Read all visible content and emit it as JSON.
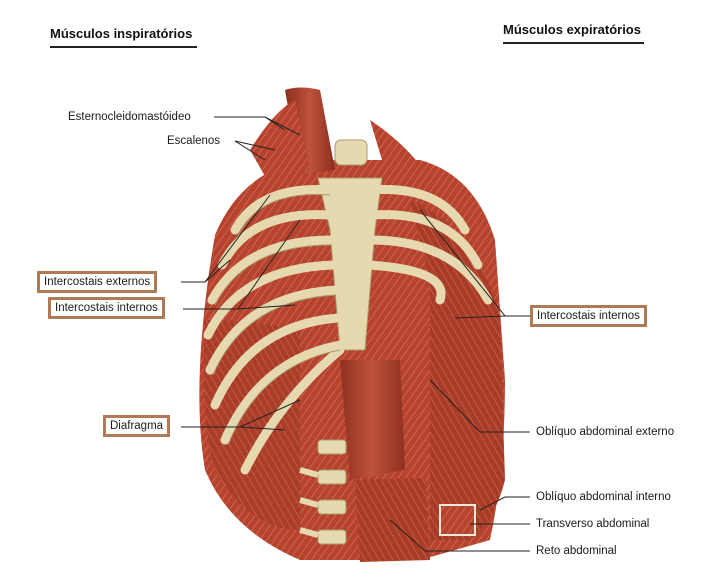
{
  "headers": {
    "inspiratory": "Músculos inspiratórios",
    "expiratory": "Músculos expiratórios"
  },
  "labels": {
    "sternocleidomastoid": "Esternocleidomastóideo",
    "scalenes": "Escalenos",
    "external_intercostals": "Intercostais externos",
    "internal_intercostals_left": "Intercostais internos",
    "diaphragm": "Diafragma",
    "internal_intercostals_right": "Intercostais internos",
    "external_oblique": "Oblíquo abdominal externo",
    "internal_oblique": "Oblíquo abdominal interno",
    "transversus": "Transverso abdominal",
    "rectus": "Reto abdominal"
  },
  "colors": {
    "muscle": "#b5432e",
    "muscle_dark": "#7e2a1c",
    "bone": "#e6d9b0",
    "box_border": "#b07a55"
  }
}
